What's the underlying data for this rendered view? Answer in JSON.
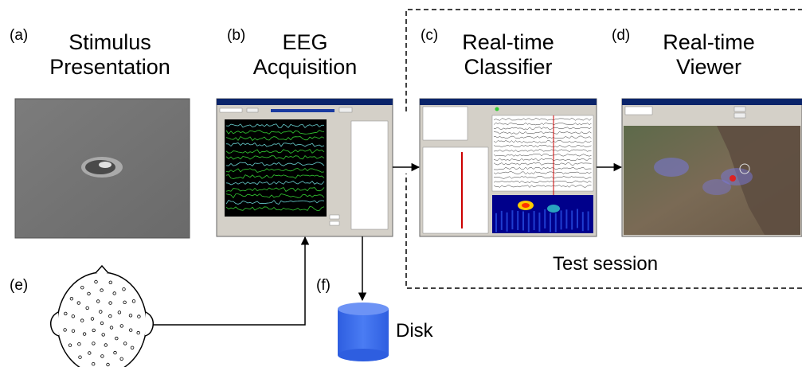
{
  "panels": [
    {
      "letter": "(a)",
      "title_line1": "Stimulus",
      "title_line2": "Presentation"
    },
    {
      "letter": "(b)",
      "title_line1": "EEG",
      "title_line2": "Acquisition"
    },
    {
      "letter": "(c)",
      "title_line1": "Real-time",
      "title_line2": "Classifier"
    },
    {
      "letter": "(d)",
      "title_line1": "Real-time",
      "title_line2": "Viewer"
    }
  ],
  "head_letter": "(e)",
  "disk_letter": "(f)",
  "disk_label": "Disk",
  "session_label": "Test session",
  "colors": {
    "line": "#000000",
    "disk_fill": "#3a6fef",
    "disk_top": "#6d93f5",
    "eeg_trace_green": "#33cc33",
    "eeg_trace_cyan": "#66cccc",
    "classifier_bar": "#cc0000",
    "map_highlight": "#7777dd"
  }
}
